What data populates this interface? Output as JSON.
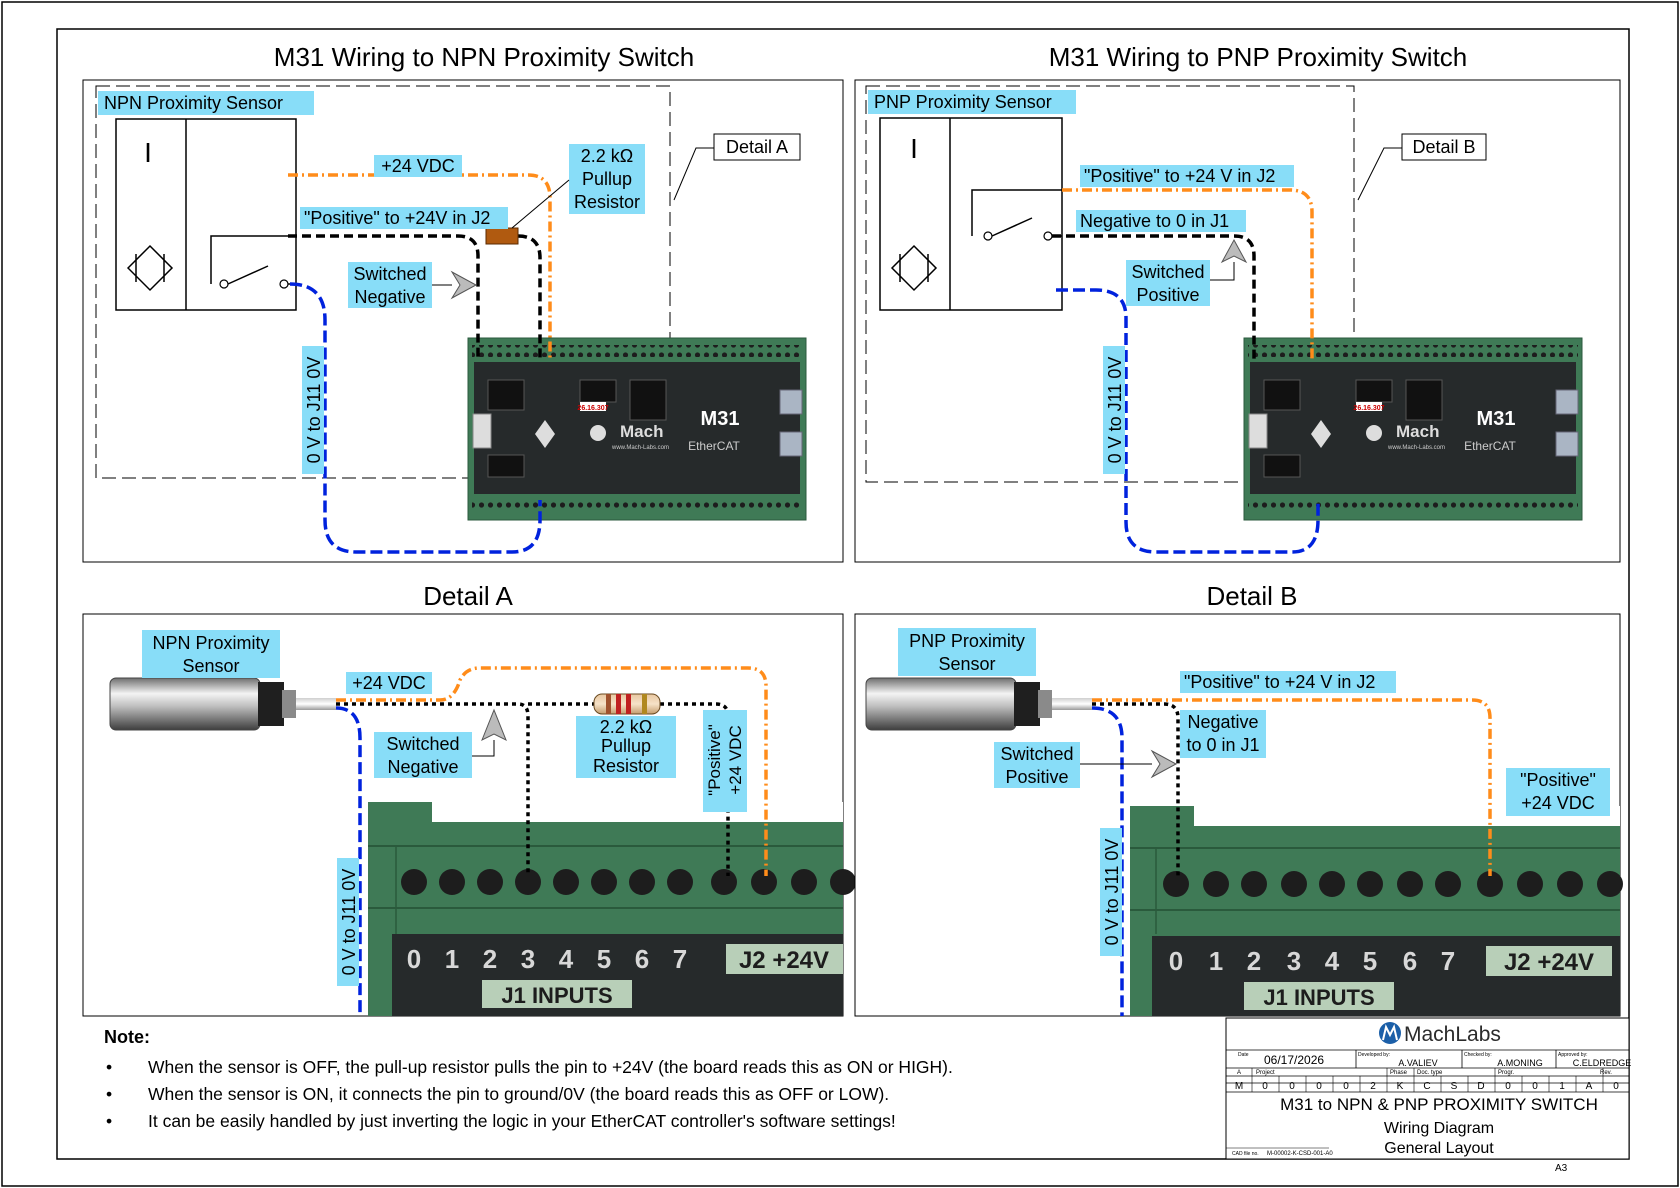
{
  "titles": {
    "npn_main": "M31 Wiring to NPN Proximity Switch",
    "pnp_main": "M31 Wiring to PNP Proximity Switch",
    "detail_a": "Detail A",
    "detail_b": "Detail B"
  },
  "npn_panel": {
    "sensor_label": "NPN Proximity Sensor",
    "sensor_symbol": "I",
    "vdc_label": "+24 VDC",
    "positive_label": "\"Positive\" to +24V in J2",
    "resistor_line1": "2.2 kΩ",
    "resistor_line2": "Pullup",
    "resistor_line3": "Resistor",
    "switched_line1": "Switched",
    "switched_line2": "Negative",
    "zero_v_label": "0 V to J11 0V",
    "detail_callout": "Detail A"
  },
  "pnp_panel": {
    "sensor_label": "PNP Proximity Sensor",
    "sensor_symbol": "I",
    "positive_label": "\"Positive\" to +24 V in J2",
    "negative_label": "Negative to 0 in J1",
    "switched_line1": "Switched",
    "switched_line2": "Positive",
    "zero_v_label": "0 V to J11 0V",
    "detail_callout": "Detail B"
  },
  "board": {
    "model": "M31",
    "brand": "Mach",
    "ethercat": "EtherCAT",
    "website": "www.Mach-Labs.com",
    "ip": "26.16.307"
  },
  "detail_a": {
    "sensor_line1": "NPN Proximity",
    "sensor_line2": "Sensor",
    "vdc_label": "+24 VDC",
    "switched_line1": "Switched",
    "switched_line2": "Negative",
    "resistor_line1": "2.2 kΩ",
    "resistor_line2": "Pullup",
    "resistor_line3": "Resistor",
    "positive_line1": "\"Positive\"",
    "positive_line2": "+24 VDC",
    "zero_v_label": "0 V to J11 0V",
    "pins": [
      "0",
      "1",
      "2",
      "3",
      "4",
      "5",
      "6",
      "7"
    ],
    "j1_label": "J1 INPUTS",
    "j2_label": "J2 +24V"
  },
  "detail_b": {
    "sensor_line1": "PNP Proximity",
    "sensor_line2": "Sensor",
    "positive_label": "\"Positive\" to +24 V in J2",
    "negative_line1": "Negative",
    "negative_line2": "to 0 in J1",
    "switched_line1": "Switched",
    "switched_line2": "Positive",
    "positive_line1": "\"Positive\"",
    "positive_line2": "+24 VDC",
    "zero_v_label": "0 V to J11 0V",
    "pins": [
      "0",
      "1",
      "2",
      "3",
      "4",
      "5",
      "6",
      "7"
    ],
    "j1_label": "J1 INPUTS",
    "j2_label": "J2 +24V"
  },
  "note": {
    "title": "Note:",
    "items": [
      "When the sensor is OFF, the pull-up resistor pulls the pin to +24V (the board reads this as ON or HIGH).",
      "When the sensor is ON, it connects the pin to ground/0V (the board reads this as OFF or LOW).",
      "It can be easily handled by just inverting the logic in your EtherCAT controller's software settings!"
    ]
  },
  "title_block": {
    "logo": "MachLabs",
    "date_label": "Date",
    "date": "06/17/2026",
    "developed_label": "Developed by:",
    "developed": "A.VALIEV",
    "checked_label": "Checked by:",
    "checked": "A.MONING",
    "approved_label": "Approved by:",
    "approved": "C.ELDREDGE",
    "col_a": "A",
    "col_project": "Project",
    "col_phase": "Phase",
    "col_doc": "Doc. type",
    "col_progr": "Progr.",
    "col_rev": "Rev.",
    "code": [
      "M",
      "0",
      "0",
      "0",
      "0",
      "2",
      "K",
      "C",
      "S",
      "D",
      "0",
      "0",
      "1",
      "A",
      "0"
    ],
    "title": "M31 to NPN & PNP PROXIMITY SWITCH",
    "subtitle1": "Wiring Diagram",
    "subtitle2": "General Layout",
    "cad_label": "CAD file no.",
    "cad": "M-00002-K-CSD-001-A0",
    "sheet_size": "A3"
  },
  "colors": {
    "orange": "#ff8c1a",
    "blue": "#0022dd",
    "label_bg": "#88ddf8",
    "board_green": "#3f7a56",
    "board_dark": "#262a2b",
    "resistor": "#b05a10"
  }
}
